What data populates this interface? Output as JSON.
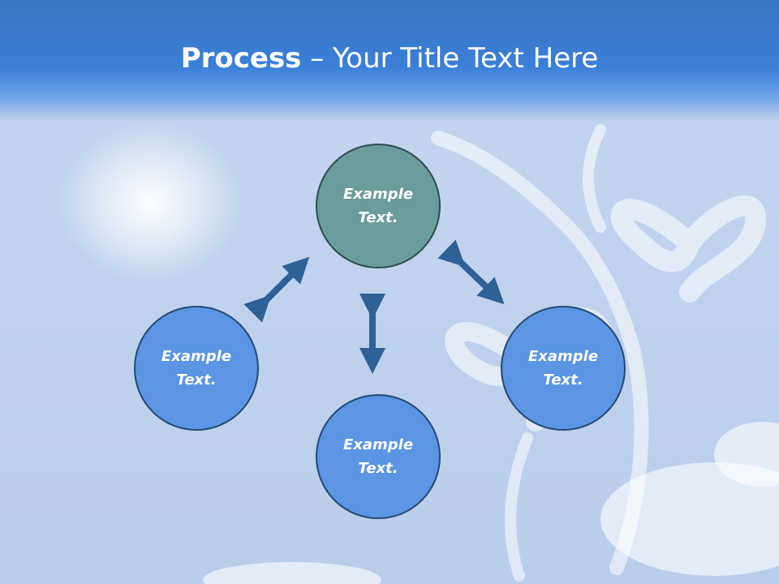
{
  "title": {
    "bold": "Process",
    "rest": " – Your Title Text Here"
  },
  "nodes": {
    "top": {
      "line1": "Example",
      "line2": "Text."
    },
    "left": {
      "line1": "Example",
      "line2": "Text."
    },
    "bottom": {
      "line1": "Example",
      "line2": "Text."
    },
    "right": {
      "line1": "Example",
      "line2": "Text."
    }
  },
  "colors": {
    "header": "#3a7fd8",
    "center_node": "#6a9c9b",
    "outer_node": "#5b95e3",
    "arrow": "#2f6096"
  }
}
